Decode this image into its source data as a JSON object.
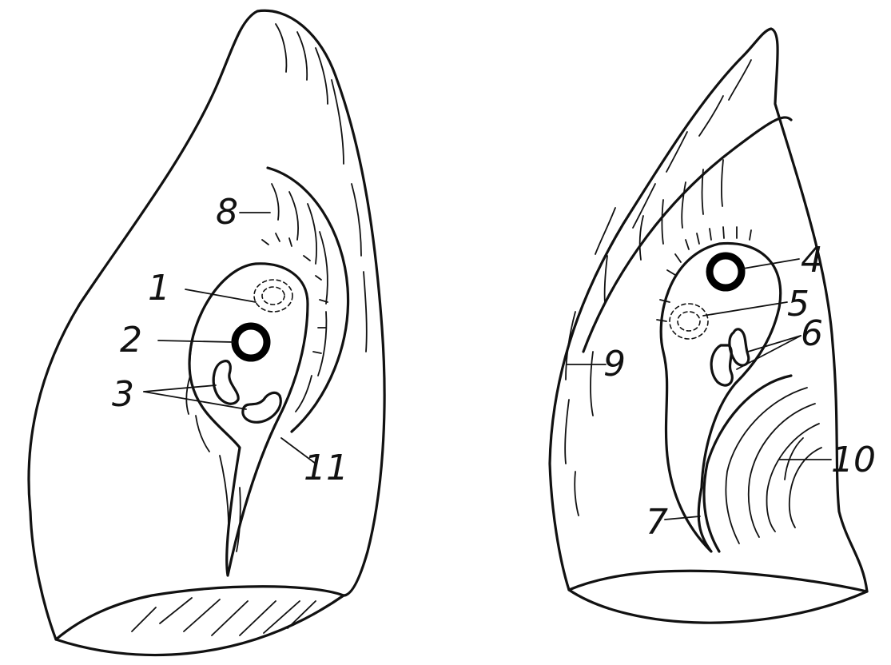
{
  "figure": {
    "left_lung_labels": [
      "1",
      "2",
      "3",
      "8",
      "11"
    ],
    "right_lung_labels": [
      "4",
      "5",
      "6",
      "9",
      "10",
      "7"
    ]
  }
}
